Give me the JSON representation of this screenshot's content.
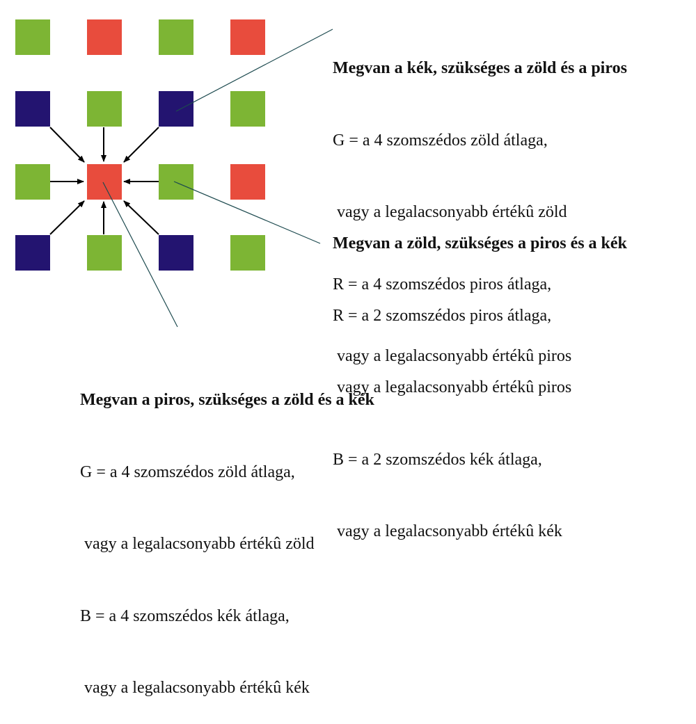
{
  "colors": {
    "green": "#7db534",
    "red": "#e84c3d",
    "blue": "#231470"
  },
  "grid": [
    [
      "green",
      "red",
      "green",
      "red"
    ],
    [
      "blue",
      "green",
      "blue",
      "green"
    ],
    [
      "green",
      "red",
      "green",
      "red"
    ],
    [
      "blue",
      "green",
      "blue",
      "green"
    ]
  ],
  "blocks": [
    {
      "title": "Megvan a kék, szükséges a zöld és a piros",
      "lines": [
        "G = a 4 szomszédos zöld átlaga,",
        " vagy a legalacsonyabb értékû zöld",
        "R = a 4 szomszédos piros átlaga,",
        " vagy a legalacsonyabb értékû piros"
      ]
    },
    {
      "title": "Megvan a zöld, szükséges a piros és a kék",
      "lines": [
        "R = a 2 szomszédos piros átlaga,",
        " vagy a legalacsonyabb értékû piros",
        "B = a 2 szomszédos kék átlaga,",
        " vagy a legalacsonyabb értékû kék"
      ]
    },
    {
      "title": "Megvan a piros, szükséges a zöld és a kék",
      "lines": [
        "G = a 4 szomszédos zöld átlaga,",
        " vagy a legalacsonyabb értékû zöld",
        "B = a 4 szomszédos kék átlaga,",
        " vagy a legalacsonyabb értékû kék"
      ]
    }
  ]
}
